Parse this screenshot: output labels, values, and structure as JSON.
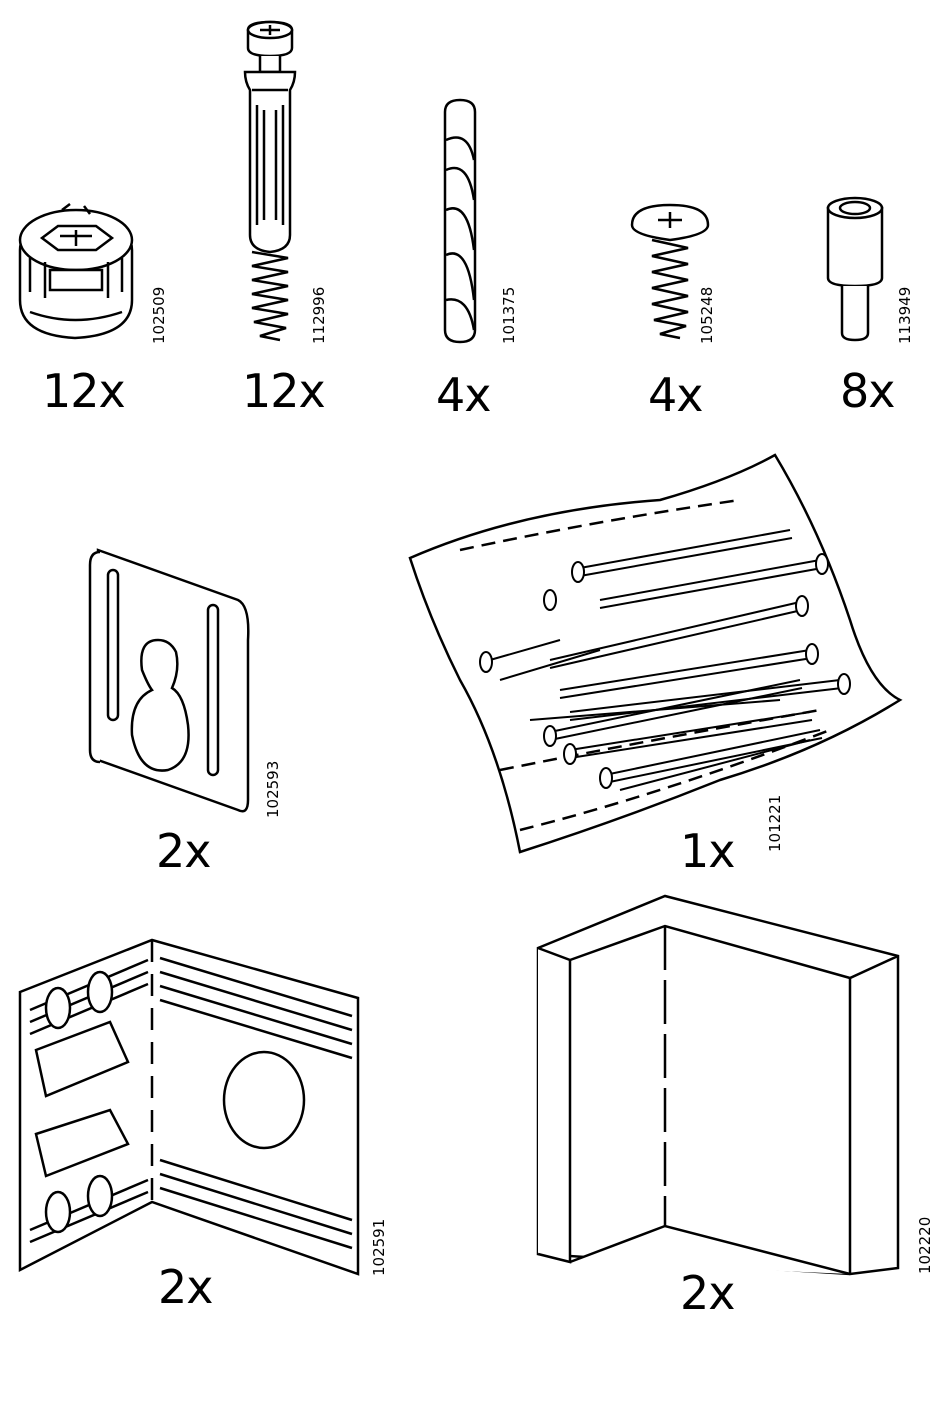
{
  "parts": [
    {
      "id": "cam-lock",
      "icon": "cam-lock-fitting-icon",
      "code": "102509",
      "qty": "12x"
    },
    {
      "id": "cam-bolt",
      "icon": "cam-bolt-screw-icon",
      "code": "112996",
      "qty": "12x"
    },
    {
      "id": "wood-dowel",
      "icon": "wooden-dowel-icon",
      "code": "101375",
      "qty": "4x"
    },
    {
      "id": "short-screw",
      "icon": "short-screw-icon",
      "code": "105248",
      "qty": "4x"
    },
    {
      "id": "shelf-support",
      "icon": "shelf-support-pin-icon",
      "code": "113949",
      "qty": "8x"
    },
    {
      "id": "keyhole-plate",
      "icon": "keyhole-hanging-plate-icon",
      "code": "102593",
      "qty": "2x"
    },
    {
      "id": "nail-bag",
      "icon": "bag-of-nails-icon",
      "code": "101221",
      "qty": "1x"
    },
    {
      "id": "corner-bracket",
      "icon": "corner-wall-bracket-icon",
      "code": "102591",
      "qty": "2x"
    },
    {
      "id": "corner-block",
      "icon": "corner-block-icon",
      "code": "102220",
      "qty": "2x"
    }
  ]
}
